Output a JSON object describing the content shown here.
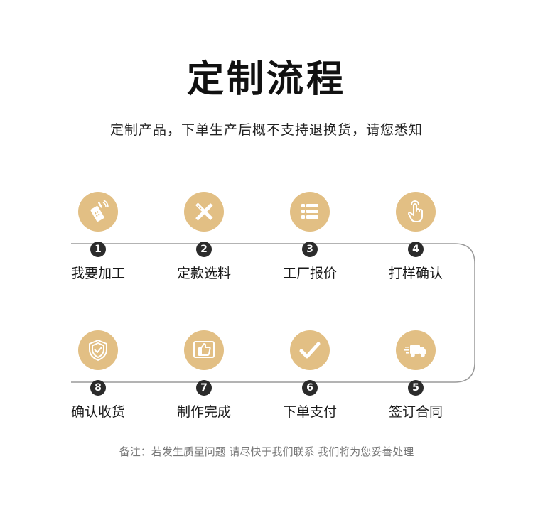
{
  "header": {
    "title": "定制流程",
    "subtitle": "定制产品，下单生产后概不支持退换货，请您悉知"
  },
  "steps": [
    {
      "num": "1",
      "label": "我要加工",
      "icon": "phone-icon"
    },
    {
      "num": "2",
      "label": "定款选料",
      "icon": "pencil-ruler-icon"
    },
    {
      "num": "3",
      "label": "工厂报价",
      "icon": "list-icon"
    },
    {
      "num": "4",
      "label": "打样确认",
      "icon": "hand-pointer-icon"
    },
    {
      "num": "5",
      "label": "签订合同",
      "icon": "truck-icon"
    },
    {
      "num": "6",
      "label": "下单支付",
      "icon": "check-icon"
    },
    {
      "num": "7",
      "label": "制作完成",
      "icon": "thumbs-up-icon"
    },
    {
      "num": "8",
      "label": "确认收货",
      "icon": "shield-check-icon"
    }
  ],
  "footer": {
    "note": "备注：若发生质量问题 请尽快于我们联系 我们将为您妥善处理"
  },
  "colors": {
    "accent": "#e2bf84",
    "number_badge": "#2b2b2b",
    "line": "#9a9a9a"
  }
}
